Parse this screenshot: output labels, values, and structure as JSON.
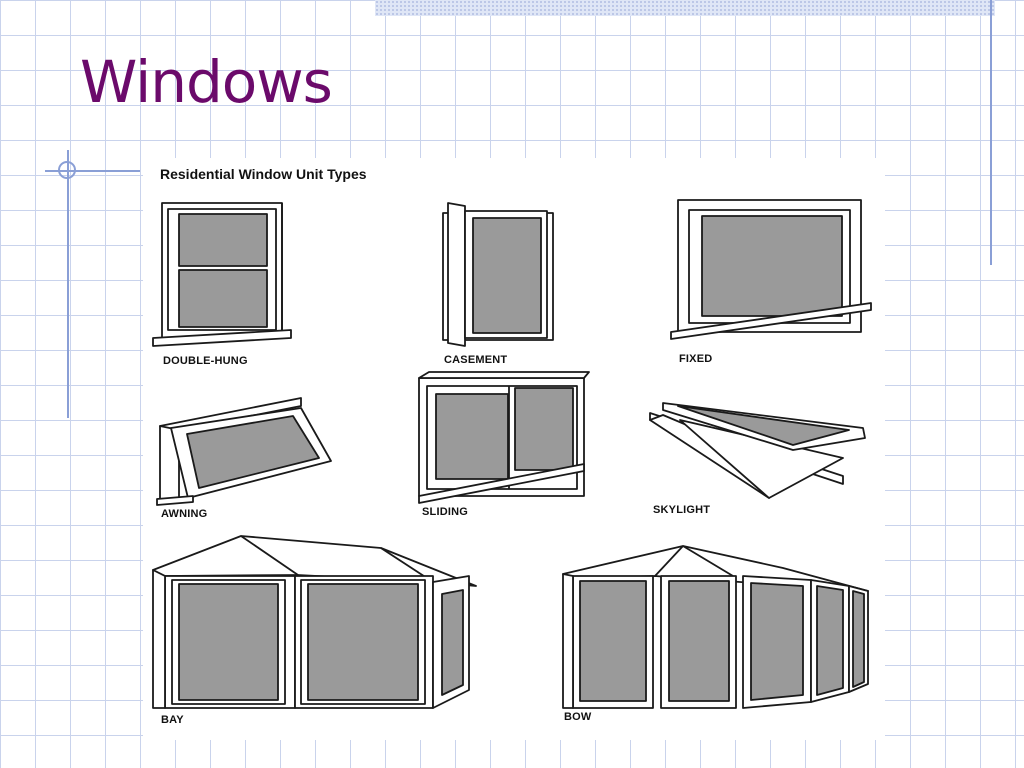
{
  "slide": {
    "title": "Windows"
  },
  "figure": {
    "caption": "Residential Window Unit Types",
    "window_types": [
      {
        "id": "double-hung",
        "label": "DOUBLE-HUNG"
      },
      {
        "id": "casement",
        "label": "CASEMENT"
      },
      {
        "id": "fixed",
        "label": "FIXED"
      },
      {
        "id": "awning",
        "label": "AWNING"
      },
      {
        "id": "sliding",
        "label": "SLIDING"
      },
      {
        "id": "skylight",
        "label": "SKYLIGHT"
      },
      {
        "id": "bay",
        "label": "BAY"
      },
      {
        "id": "bow",
        "label": "BOW"
      }
    ]
  },
  "colors": {
    "title": "#6b0a6b",
    "grid": "#c9d3ec",
    "rule": "#8a9fd6",
    "glass": "#9a9a9a"
  }
}
